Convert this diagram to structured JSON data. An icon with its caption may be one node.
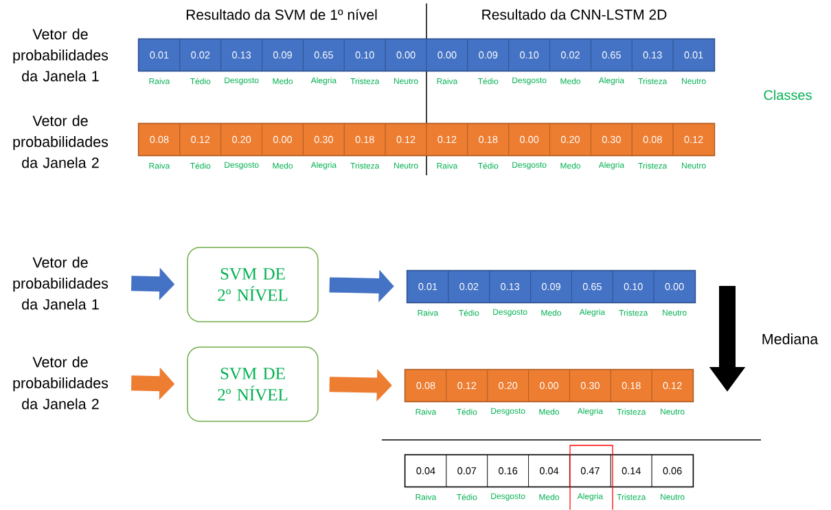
{
  "diagram": {
    "nodes": [
      {
        "text": [],
        "shape": "bar"
      },
      {
        "text": [
          "0.01"
        ],
        "in": 0,
        "beside": [
          "Raiva"
        ]
      },
      {
        "text": [
          "0.02"
        ],
        "in": 0,
        "beside": [
          "Tédio"
        ]
      },
      {
        "text": [
          "0.13"
        ],
        "in": 0,
        "beside": [
          "Desgosto"
        ]
      },
      {
        "text": [
          "0.09"
        ],
        "in": 0,
        "beside": [
          "Medo"
        ]
      },
      {
        "text": [
          "0.65"
        ],
        "in": 0,
        "beside": [
          "Alegria"
        ]
      },
      {
        "text": [
          "0.10"
        ],
        "in": 0,
        "beside": [
          "Tristeza"
        ]
      },
      {
        "text": [
          "0.00"
        ],
        "in": 0,
        "beside": [
          "Neutro"
        ]
      },
      {
        "text": [
          "0.00"
        ],
        "in": 0,
        "beside": [
          "Raiva"
        ]
      },
      {
        "text": [
          "0.09"
        ],
        "in": 0,
        "beside": [
          "Tédio"
        ]
      },
      {
        "text": [
          "0.10"
        ],
        "in": 0,
        "beside": [
          "Desgosto"
        ]
      },
      {
        "text": [
          "0.02"
        ],
        "in": 0,
        "beside": [
          "Medo"
        ]
      },
      {
        "text": [
          "0.65"
        ],
        "in": 0,
        "beside": [
          "Alegria"
        ]
      },
      {
        "text": [
          "0.13"
        ],
        "in": 0,
        "beside": [
          "Tristeza"
        ]
      },
      {
        "text": [
          "0.01"
        ],
        "in": 0,
        "beside": [
          "Neutro"
        ]
      },
      {
        "text": [],
        "shape": "bar"
      },
      {
        "text": [
          "0.08"
        ],
        "in": 15,
        "beside": [
          "Raiva"
        ]
      },
      {
        "text": [
          "0.12"
        ],
        "in": 15,
        "beside": [
          "Tédio"
        ]
      },
      {
        "text": [
          "0.20"
        ],
        "in": 15,
        "beside": [
          "Desgosto"
        ]
      },
      {
        "text": [
          "0.00"
        ],
        "in": 15,
        "beside": [
          "Medo"
        ]
      },
      {
        "text": [
          "0.30"
        ],
        "in": 15,
        "beside": [
          "Alegria"
        ]
      },
      {
        "text": [
          "0.18"
        ],
        "in": 15,
        "beside": [
          "Tristeza"
        ]
      },
      {
        "text": [
          "0.12"
        ],
        "in": 15,
        "beside": [
          "Neutro"
        ]
      },
      {
        "text": [
          "0.12"
        ],
        "in": 15,
        "beside": [
          "Raiva"
        ]
      },
      {
        "text": [
          "0.18"
        ],
        "in": 15,
        "beside": [
          "Tédio"
        ]
      },
      {
        "text": [
          "0.00"
        ],
        "in": 15,
        "beside": [
          "Desgosto"
        ]
      },
      {
        "text": [
          "0.20"
        ],
        "in": 15,
        "beside": [
          "Medo"
        ]
      },
      {
        "text": [
          "0.30"
        ],
        "in": 15,
        "beside": [
          "Alegria"
        ]
      },
      {
        "text": [
          "0.08"
        ],
        "in": 15,
        "beside": [
          "Tristeza"
        ]
      },
      {
        "text": [
          "0.12"
        ],
        "in": 15,
        "beside": [
          "Neutro"
        ]
      },
      {
        "text": [
          "Vetor de probabilidades da Janela 1"
        ]
      },
      {
        "text": [
          "SVM DE 2º NÍVEL"
        ]
      },
      {
        "text": [],
        "shape": "bar"
      },
      {
        "text": [
          "0.01"
        ],
        "in": 32,
        "beside": [
          "Raiva"
        ]
      },
      {
        "text": [
          "0.02"
        ],
        "in": 32,
        "beside": [
          "Tédio"
        ]
      },
      {
        "text": [
          "0.13"
        ],
        "in": 32,
        "beside": [
          "Desgosto"
        ]
      },
      {
        "text": [
          "0.09"
        ],
        "in": 32,
        "beside": [
          "Medo"
        ]
      },
      {
        "text": [
          "0.65"
        ],
        "in": 32,
        "beside": [
          "Alegria"
        ]
      },
      {
        "text": [
          "0.10"
        ],
        "in": 32,
        "beside": [
          "Tristeza"
        ]
      },
      {
        "text": [
          "0.00"
        ],
        "in": 32,
        "beside": [
          "Neutro"
        ]
      },
      {
        "text": [
          "Vetor de probabilidades da Janela 2"
        ]
      },
      {
        "text": [
          "SVM DE 2º NÍVEL"
        ]
      },
      {
        "text": [],
        "shape": "bar"
      },
      {
        "text": [
          "0.08"
        ],
        "in": 42,
        "beside": [
          "Raiva"
        ]
      },
      {
        "text": [
          "0.12"
        ],
        "in": 42,
        "beside": [
          "Tédio"
        ]
      },
      {
        "text": [
          "0.20"
        ],
        "in": 42,
        "beside": [
          "Desgosto"
        ]
      },
      {
        "text": [
          "0.00"
        ],
        "in": 42,
        "beside": [
          "Medo"
        ]
      },
      {
        "text": [
          "0.30"
        ],
        "in": 42,
        "beside": [
          "Alegria"
        ]
      },
      {
        "text": [
          "0.18"
        ],
        "in": 42,
        "beside": [
          "Tristeza"
        ]
      },
      {
        "text": [
          "0.12"
        ],
        "in": 42,
        "beside": [
          "Neutro"
        ]
      },
      {
        "text": [],
        "shape": "bar"
      },
      {
        "text": [
          "0.04"
        ],
        "in": 50,
        "beside": [
          "Raiva"
        ]
      },
      {
        "text": [
          "0.07"
        ],
        "in": 50,
        "beside": [
          "Tédio"
        ]
      },
      {
        "text": [
          "0.16"
        ],
        "in": 50,
        "beside": [
          "Desgosto"
        ]
      },
      {
        "text": [
          "0.04"
        ],
        "in": 50,
        "beside": [
          "Medo"
        ]
      },
      {
        "text": [
          "0.47"
        ],
        "in": 50,
        "beside": [
          "Alegria"
        ]
      },
      {
        "text": [
          "0.14"
        ],
        "in": 50,
        "beside": [
          "Tristeza"
        ]
      },
      {
        "text": [
          "0.06"
        ],
        "in": 50,
        "beside": [
          "Neutro"
        ]
      }
    ],
    "edges": [
      {
        "from": 30,
        "to": 31,
        "arrow": "to",
        "color": "#4472c4"
      },
      {
        "from": 31,
        "to": 32,
        "arrow": "to",
        "color": "#4472c4"
      },
      {
        "from": 40,
        "to": 41,
        "arrow": "to",
        "color": "#ed7d31"
      },
      {
        "from": 41,
        "to": 42,
        "arrow": "to",
        "color": "#ed7d31"
      }
    ],
    "labels": [
      "Resultado da SVM de 1º nível",
      "Resultado da CNN-LSTM 2D",
      "Vetor de probabilidades da Janela 1",
      "Classes",
      "Vetor de probabilidades da Janela 2",
      "Mediana"
    ]
  }
}
